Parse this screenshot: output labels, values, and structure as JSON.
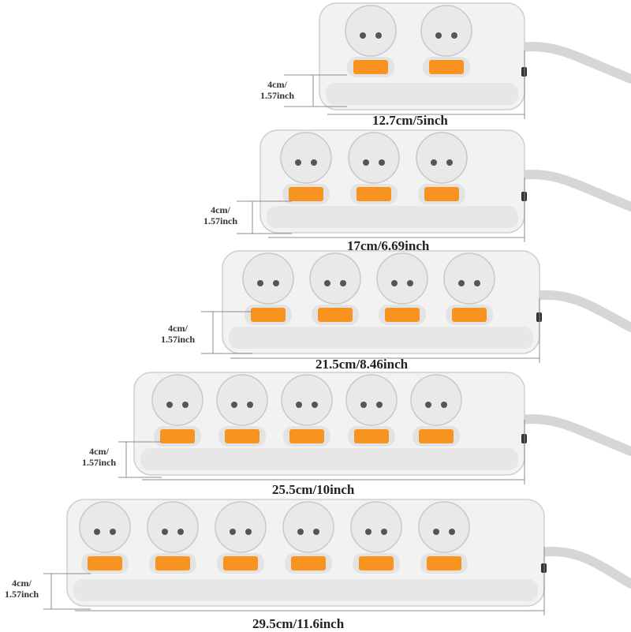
{
  "colors": {
    "background": "#ffffff",
    "strip_body": "#f2f2f2",
    "strip_shade": "#dcdcdc",
    "socket": "#e9e9e9",
    "switch": "#f7931e",
    "dimension_line": "#8c8c8c"
  },
  "strips": [
    {
      "sockets": 2,
      "width_label": "12.7cm/5inch",
      "height_line1": "4cm/",
      "height_line2": "1.57inch"
    },
    {
      "sockets": 3,
      "width_label": "17cm/6.69inch",
      "height_line1": "4cm/",
      "height_line2": "1.57inch"
    },
    {
      "sockets": 4,
      "width_label": "21.5cm/8.46inch",
      "height_line1": "4cm/",
      "height_line2": "1.57inch"
    },
    {
      "sockets": 5,
      "width_label": "25.5cm/10inch",
      "height_line1": "4cm/",
      "height_line2": "1.57inch"
    },
    {
      "sockets": 6,
      "width_label": "29.5cm/11.6inch",
      "height_line1": "4cm/",
      "height_line2": "1.57inch"
    }
  ]
}
